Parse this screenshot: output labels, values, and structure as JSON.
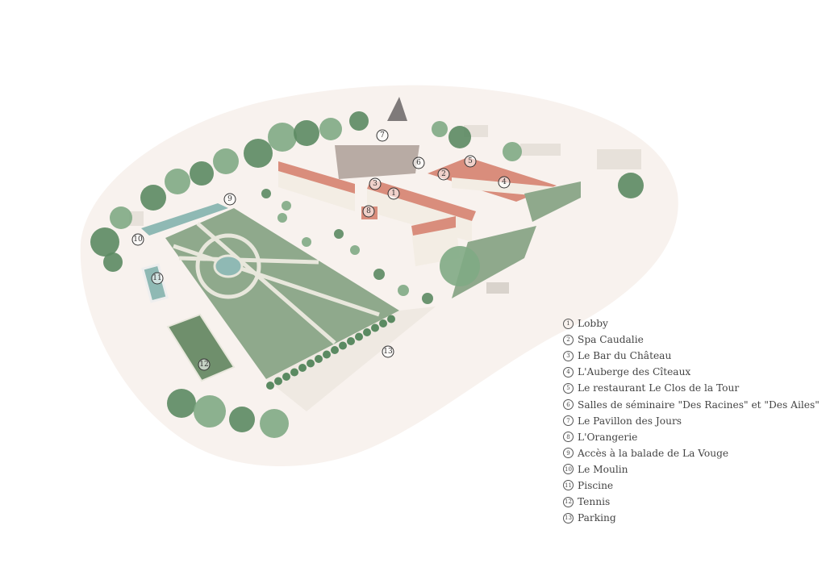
{
  "colors": {
    "background": "#f8f2ee",
    "lawn": "#8fa98c",
    "lawn_dark": "#6f8f6c",
    "path": "#e8e7dc",
    "roof": "#d98d7c",
    "wall": "#f3ede4",
    "water": "#8fb9b4",
    "tree": "#7faa84",
    "tree_dark": "#5b8a62"
  },
  "markers": [
    {
      "id": "1",
      "label": "1"
    },
    {
      "id": "2",
      "label": "2"
    },
    {
      "id": "3",
      "label": "3"
    },
    {
      "id": "4",
      "label": "4"
    },
    {
      "id": "5",
      "label": "5"
    },
    {
      "id": "6",
      "label": "6"
    },
    {
      "id": "7",
      "label": "7"
    },
    {
      "id": "8",
      "label": "8"
    },
    {
      "id": "9",
      "label": "9"
    },
    {
      "id": "10",
      "label": "10"
    },
    {
      "id": "11",
      "label": "11"
    },
    {
      "id": "12",
      "label": "12"
    },
    {
      "id": "13",
      "label": "13"
    }
  ],
  "legend": [
    {
      "num": "1",
      "label": "Lobby"
    },
    {
      "num": "2",
      "label": "Spa Caudalie"
    },
    {
      "num": "3",
      "label": "Le Bar du Château"
    },
    {
      "num": "4",
      "label": "L'Auberge des Cîteaux"
    },
    {
      "num": "5",
      "label": "Le restaurant Le Clos de la Tour"
    },
    {
      "num": "6",
      "label": "Salles de séminaire \"Des Racines\" et \"Des Ailes\""
    },
    {
      "num": "7",
      "label": "Le Pavillon des Jours"
    },
    {
      "num": "8",
      "label": "L'Orangerie"
    },
    {
      "num": "9",
      "label": "Accès à la balade de La Vouge"
    },
    {
      "num": "10",
      "label": "Le Moulin"
    },
    {
      "num": "11",
      "label": "Piscine"
    },
    {
      "num": "12",
      "label": "Tennis"
    },
    {
      "num": "13",
      "label": "Parking"
    }
  ]
}
